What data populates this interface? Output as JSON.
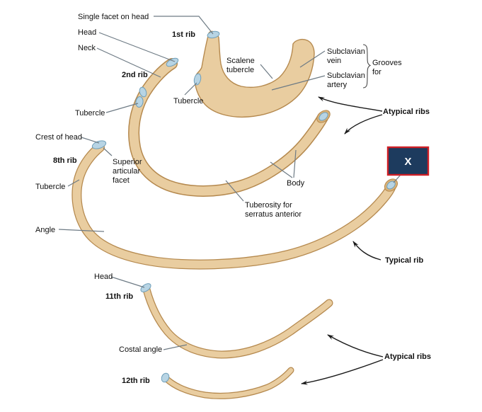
{
  "figure": {
    "kind": "labeled anatomical diagram of ribs",
    "labels": {
      "single_facet_on_head": "Single facet on head",
      "head_top": "Head",
      "neck": "Neck",
      "rib1": "1st rib",
      "rib2": "2nd rib",
      "tubercle_rib2": "Tubercle",
      "tubercle_rib1": "Tubercle",
      "scalene_tubercle": {
        "line1": "Scalene",
        "line2": "tubercle"
      },
      "subclavian_vein": {
        "line1": "Subclavian",
        "line2": "vein"
      },
      "subclavian_artery": {
        "line1": "Subclavian",
        "line2": "artery"
      },
      "grooves_for": {
        "line1": "Grooves",
        "line2": "for"
      },
      "atypical_ribs_top": "Atypical ribs",
      "crest_of_head": "Crest of head",
      "rib8": "8th rib",
      "superior_articular_facet": {
        "line1": "Superior",
        "line2": "articular",
        "line3": "facet"
      },
      "tubercle_rib8": "Tubercle",
      "body": "Body",
      "tuberosity_serratus": {
        "line1": "Tuberosity for",
        "line2": "serratus anterior"
      },
      "angle": "Angle",
      "typical_rib": "Typical rib",
      "head_rib11": "Head",
      "rib11": "11th rib",
      "costal_angle": "Costal angle",
      "rib12": "12th rib",
      "atypical_ribs_bottom": "Atypical ribs",
      "answer_box": "X"
    },
    "colors": {
      "background": "#ffffff",
      "bone_fill": "#e9cda0",
      "bone_outline": "#b5894e",
      "facet_fill": "#b7d4e4",
      "facet_outline": "#6f9fba",
      "leader_line": "#6e7b85",
      "arrow": "#1a1a1a",
      "text": "#111111",
      "answer_box_fill": "#1d3b5e",
      "answer_box_border": "#cf1f26",
      "answer_box_text": "#ffffff"
    }
  }
}
